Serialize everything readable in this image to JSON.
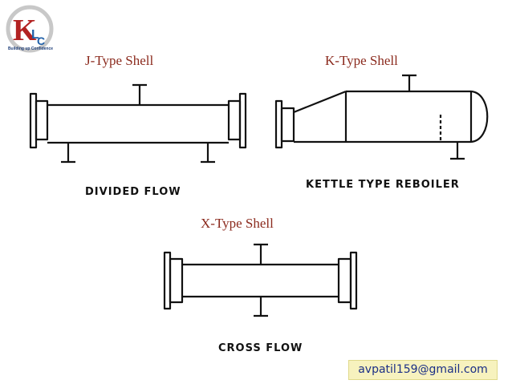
{
  "logo": {
    "letters": "KLC",
    "tagline": "Building up Confidence",
    "ring_color": "#c8c8c8",
    "k_color": "#b22222",
    "lc_color": "#1f5fa8"
  },
  "captions": {
    "j_type": "J-Type Shell",
    "k_type": "K-Type Shell",
    "x_type": "X-Type Shell"
  },
  "diagram_labels": {
    "divided_flow": "DIVIDED FLOW",
    "kettle": "KETTLE TYPE REBOILER",
    "cross_flow": "CROSS FLOW"
  },
  "footer": {
    "email": "avpatil159@gmail.com",
    "email_bg": "#f7f2be",
    "email_color": "#1b2f86"
  },
  "colors": {
    "caption": "#8b2a1d",
    "line": "#111111"
  }
}
